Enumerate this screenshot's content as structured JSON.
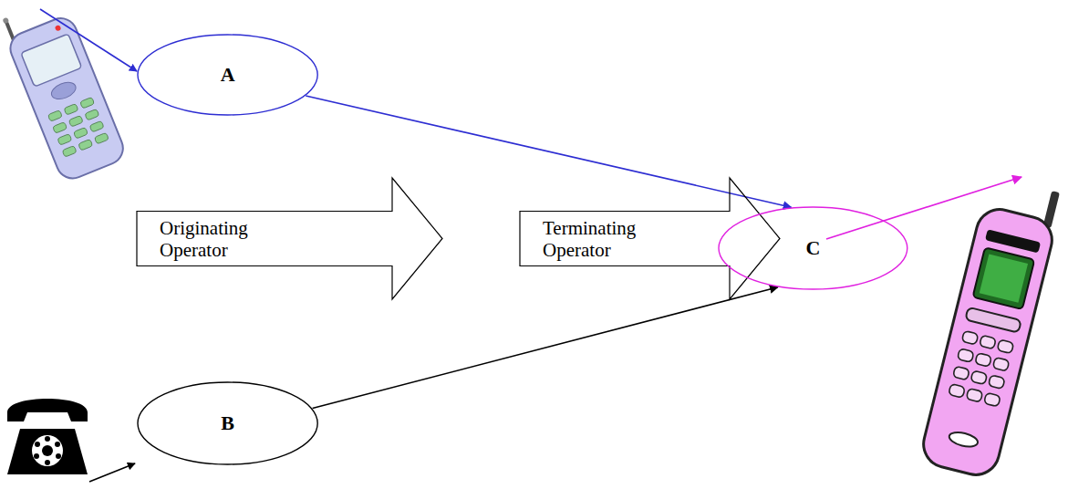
{
  "diagram": {
    "nodes": [
      {
        "text": [
          "A"
        ]
      },
      {
        "text": [
          "Originating Operator"
        ]
      },
      {
        "text": [
          "Terminating Operator"
        ]
      },
      {
        "text": [
          "C"
        ]
      },
      {
        "text": [
          "B"
        ]
      }
    ],
    "edges": [
      {
        "from": 0,
        "to": 3,
        "arrow": "to"
      },
      {
        "from": 4,
        "to": 3,
        "arrow": "to"
      }
    ]
  }
}
